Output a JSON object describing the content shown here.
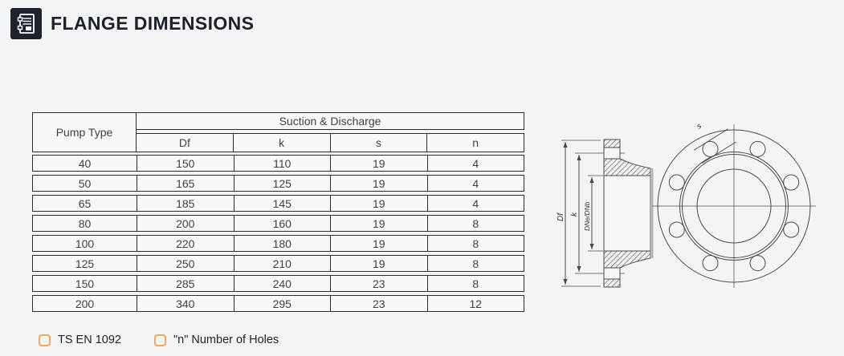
{
  "header": {
    "title": "FLANGE DIMENSIONS"
  },
  "table": {
    "col1_header": "Pump Type",
    "group_header": "Suction & Discharge",
    "columns": [
      "Df",
      "k",
      "s",
      "n"
    ],
    "rows": [
      {
        "pt": "40",
        "df": "150",
        "k": "110",
        "s": "19",
        "n": "4"
      },
      {
        "pt": "50",
        "df": "165",
        "k": "125",
        "s": "19",
        "n": "4"
      },
      {
        "pt": "65",
        "df": "185",
        "k": "145",
        "s": "19",
        "n": "4"
      },
      {
        "pt": "80",
        "df": "200",
        "k": "160",
        "s": "19",
        "n": "8"
      },
      {
        "pt": "100",
        "df": "220",
        "k": "180",
        "s": "19",
        "n": "8"
      },
      {
        "pt": "125",
        "df": "250",
        "k": "210",
        "s": "19",
        "n": "8"
      },
      {
        "pt": "150",
        "df": "285",
        "k": "240",
        "s": "23",
        "n": "8"
      },
      {
        "pt": "200",
        "df": "340",
        "k": "295",
        "s": "23",
        "n": "12"
      }
    ]
  },
  "drawing": {
    "side_view_labels": {
      "outer_diameter": "Df",
      "bolt_circle": "k",
      "bore": "DNe/DNb"
    },
    "front_view_labels": {
      "hole_diameter": "s"
    },
    "bolt_hole_count": 8
  },
  "legend": {
    "bullet_color": "#f0a75e",
    "items": [
      {
        "label": "TS EN 1092"
      },
      {
        "label": "\"n\" Number of Holes"
      }
    ]
  },
  "colors": {
    "background": "#f4f4f4",
    "table_border": "#2d2d2d",
    "cell_background": "#f8f8f8",
    "table_text": "#3f3f3f",
    "title_text": "#1c212a",
    "icon_background": "#1e222a",
    "accent_orange": "#f0a75e",
    "drawing_stroke": "#4a4a4a"
  }
}
